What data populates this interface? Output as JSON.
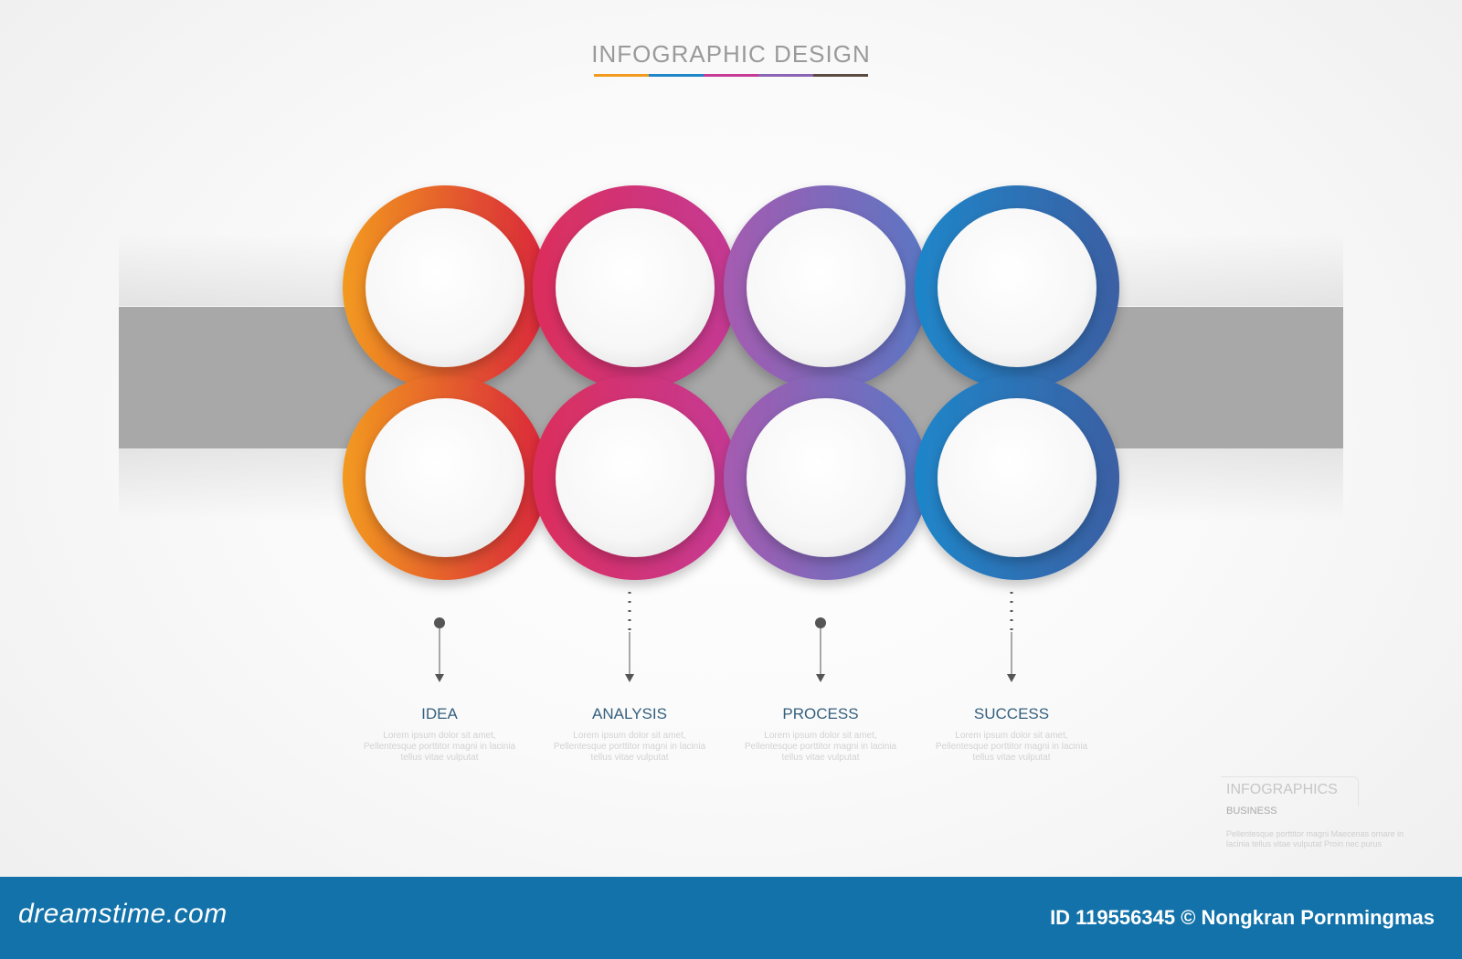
{
  "header": {
    "title": "INFOGRAPHIC DESIGN"
  },
  "colors": {
    "orange": "#f29a1f",
    "red": "#d9263a",
    "pink": "#e83c8b",
    "magenta": "#c43a95",
    "purple": "#8a63b5",
    "violet": "#5a76c4",
    "blue": "#1e86c9",
    "navy": "#3b5fa3",
    "band": "#a8a8a8",
    "footer": "#1272a9"
  },
  "steps": [
    {
      "label": "IDEA",
      "text": "Lorem ipsum dolor sit amet, Pellentesque porttitor magni in lacinia tellus vitae vulputat",
      "marker": "dot"
    },
    {
      "label": "ANALYSIS",
      "text": "Lorem ipsum dolor sit amet, Pellentesque porttitor magni in lacinia tellus vitae vulputat",
      "marker": "dotted"
    },
    {
      "label": "PROCESS",
      "text": "Lorem ipsum dolor sit amet, Pellentesque porttitor magni in lacinia tellus vitae vulputat",
      "marker": "dot"
    },
    {
      "label": "SUCCESS",
      "text": "Lorem ipsum dolor sit amet, Pellentesque porttitor magni in lacinia tellus vitae vulputat",
      "marker": "dotted"
    }
  ],
  "info": {
    "title": "INFOGRAPHICS",
    "subtitle": "BUSINESS",
    "text": "Pellentesque porttitor magni Maecenas ornare in lacinia tellus vitae vulputat Proin nec purus"
  },
  "footer": {
    "brand": "dreamstime.com",
    "credit": "ID 119556345 © Nongkran Pornmingmas"
  }
}
